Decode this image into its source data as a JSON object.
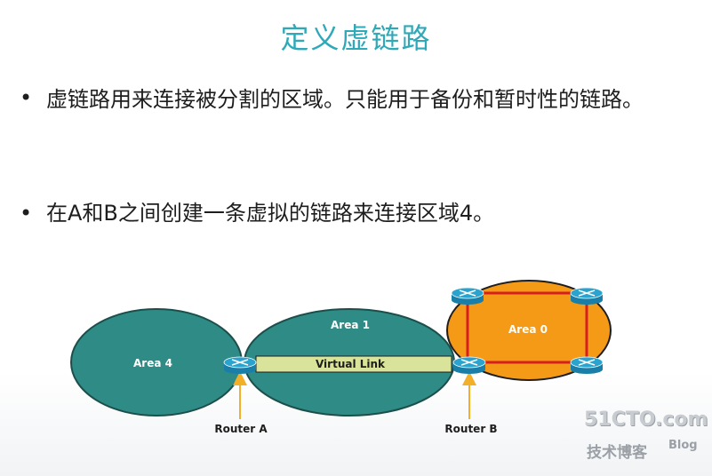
{
  "slide": {
    "title": "定义虚链路",
    "bullet_glyph": "•",
    "bullets": [
      "虚链路用来连接被分割的区域。只能用于备份和暂时性的链路。",
      "在A和B之间创建一条虚拟的链路来连接区域4。"
    ]
  },
  "diagram": {
    "area4_label": "Area 4",
    "area1_label": "Area 1",
    "area0_label": "Area 0",
    "virtual_link_label": "Virtual Link",
    "router_a_label": "Router A",
    "router_b_label": "Router B",
    "colors": {
      "area_teal": "#2e8b85",
      "area0_orange": "#f59a16",
      "virtual_link": "#d9e39a",
      "router": "#2aa3cf",
      "pointer": "#f2b02a",
      "link_red": "#d62020"
    }
  },
  "watermark": {
    "main": "51CTO.com",
    "sub": "技术博客",
    "blog": "Blog"
  }
}
